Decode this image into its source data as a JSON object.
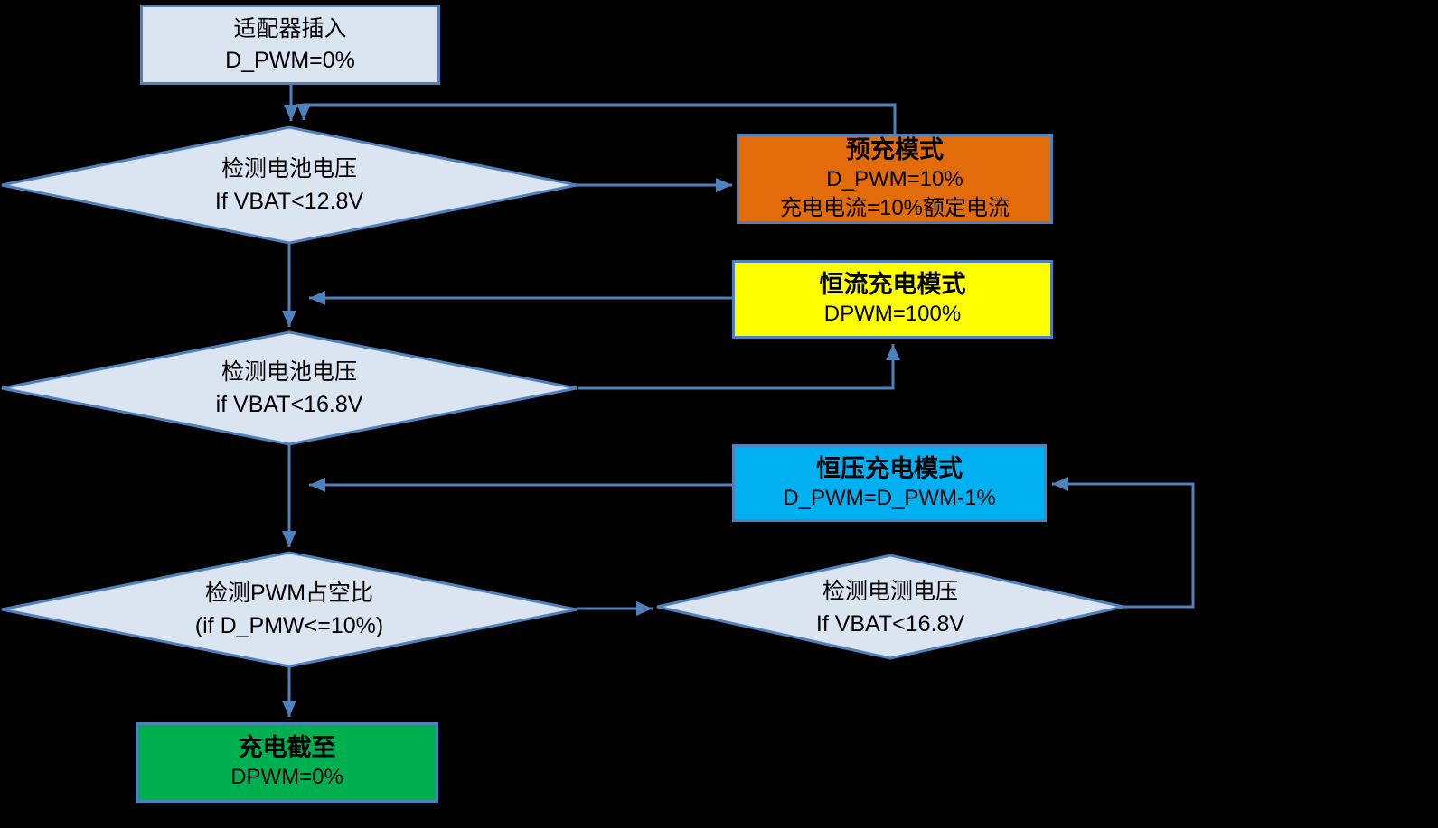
{
  "colors": {
    "background": "#000000",
    "connector": "#4f81bd",
    "decision_fill": "#dbe5f1",
    "precharge_fill": "#e36c0a",
    "constant_current_fill": "#ffff00",
    "constant_voltage_fill": "#00b0f0",
    "charge_end_fill": "#00b050",
    "text": "#000000"
  },
  "nodes": {
    "start": {
      "lines": [
        "适配器插入",
        "D_PWM=0%"
      ]
    },
    "check1": {
      "lines": [
        "检测电池电压",
        "If VBAT<12.8V"
      ]
    },
    "precharge": {
      "lines": [
        "预充模式",
        "D_PWM=10%",
        "充电电流=10%额定电流"
      ]
    },
    "cc": {
      "lines": [
        "恒流充电模式",
        "DPWM=100%"
      ]
    },
    "check2": {
      "lines": [
        "检测电池电压",
        "if VBAT<16.8V"
      ]
    },
    "cv": {
      "lines": [
        "恒压充电模式",
        "D_PWM=D_PWM-1%"
      ]
    },
    "check3": {
      "lines": [
        "检测PWM占空比",
        "(if D_PMW<=10%)"
      ]
    },
    "check4": {
      "lines": [
        "检测电测电压",
        "If VBAT<16.8V"
      ]
    },
    "end": {
      "lines": [
        "充电截至",
        "DPWM=0%"
      ]
    }
  }
}
